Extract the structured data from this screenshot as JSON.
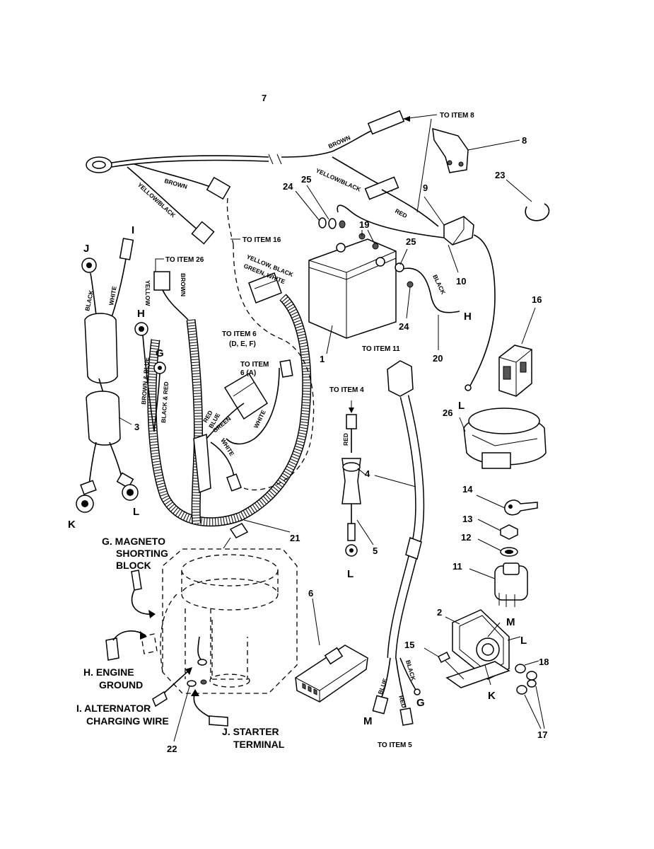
{
  "items": {
    "n1": "1",
    "n2": "2",
    "n3": "3",
    "n4": "4",
    "n5": "5",
    "n6": "6",
    "n7": "7",
    "n8": "8",
    "n9": "9",
    "n10": "10",
    "n11": "11",
    "n12": "12",
    "n13": "13",
    "n14": "14",
    "n15": "15",
    "n16": "16",
    "n17": "17",
    "n18": "18",
    "n19": "19",
    "n20": "20",
    "n21": "21",
    "n22": "22",
    "n23": "23",
    "n24a": "24",
    "n24b": "24",
    "n25a": "25",
    "n25b": "25",
    "n26": "26"
  },
  "letters": {
    "j": "J",
    "i": "I",
    "h_left": "H",
    "g_left": "G",
    "k_left": "K",
    "l_left": "L",
    "h_right": "H",
    "l_right": "L",
    "l_fuse": "L",
    "m_bottom": "M",
    "g_bottom": "G",
    "m_switch": "M",
    "l_switch": "L",
    "k_switch": "K"
  },
  "refs": {
    "to_item_8": "TO ITEM 8",
    "to_item_16": "TO ITEM 16",
    "to_item_26": "TO ITEM 26",
    "to_item_6_def": "TO ITEM 6",
    "to_item_6_def_sub": "(D, E, F)",
    "to_item_6_a": "TO ITEM",
    "to_item_6_a_sub": "6 (A)",
    "to_item_11": "TO ITEM 11",
    "to_item_4": "TO ITEM 4",
    "to_item_5": "TO ITEM 5"
  },
  "wires": {
    "brown_top": "BROWN",
    "yellow_black_top": "YELLOW/BLACK",
    "red": "RED",
    "brown_left": "BROWN",
    "yellow_black_left": "YELLOW/BLACK",
    "yellow_black_green_white_1": "YELLOW, BLACK",
    "yellow_black_green_white_2": "GREEN, WHITE",
    "black_j": "BLACK",
    "white_i": "WHITE",
    "brown_blue": "BROWN & BLUE",
    "black_red": "BLACK & RED",
    "yellow": "YELLOW",
    "brown_26": "BROWN",
    "red_21": "RED",
    "blue_21": "BLUE",
    "green_21": "GREEN",
    "white_21a": "WHITE",
    "white_21b": "WHITE",
    "black_20": "BLACK",
    "red_5": "RED",
    "blue_4": "BLUE",
    "red_4": "RED",
    "black_4": "BLACK"
  },
  "callouts": {
    "g_line1": "G. MAGNETO",
    "g_line2": "SHORTING",
    "g_line3": "BLOCK",
    "h_line1": "H. ENGINE",
    "h_line2": "GROUND",
    "i_line1": "I. ALTERNATOR",
    "i_line2": "CHARGING WIRE",
    "j_line1": "J. STARTER",
    "j_line2": "TERMINAL"
  }
}
